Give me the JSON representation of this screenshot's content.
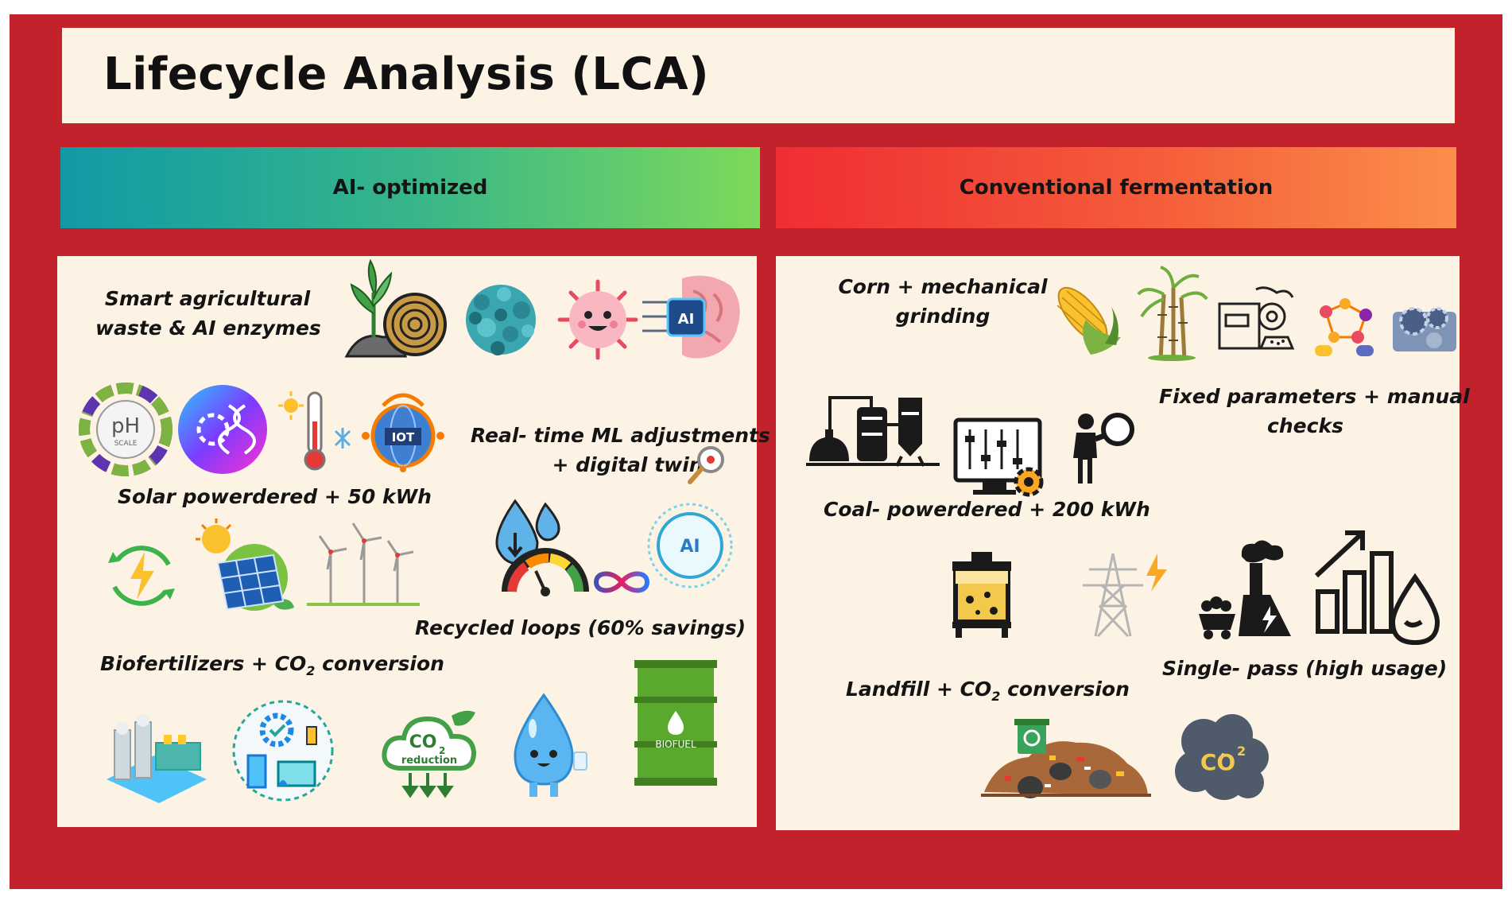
{
  "title": "Lifecycle Analysis (LCA)",
  "headers": {
    "ai": "AI- optimized",
    "conventional": "Conventional fermentation"
  },
  "ai": {
    "feedstock_l1": "Smart agricultural",
    "feedstock_l2": "waste & AI enzymes",
    "energy": "Solar powerdered + 50 kWh",
    "control_l1": "Real- time ML adjustments",
    "control_l2": "+ digital twins",
    "water": "Recycled loops (60% savings)",
    "waste_prefix": "Biofertilizers + CO",
    "waste_sub": "2",
    "waste_suffix": " conversion",
    "icon_text": {
      "ph": "pH",
      "ph_sub": "SCALE",
      "iot": "IOT",
      "ai_chip": "AI",
      "ai_circle": "AI",
      "co2": "CO",
      "co2_sub": "2",
      "reduction": "reduction",
      "biofuel": "BIOFUEL"
    }
  },
  "conventional": {
    "feedstock_l1": "Corn + mechanical",
    "feedstock_l2": "grinding",
    "control_l1": "Fixed parameters + manual",
    "control_l2": "checks",
    "energy": "Coal- powerdered + 200 kWh",
    "water": "Single- pass (high usage)",
    "waste_prefix": "Landfill + CO",
    "waste_sub": "2",
    "waste_suffix": " conversion",
    "icon_text": {
      "co2_cloud": "CO",
      "co2_cloud_sup": "2"
    }
  },
  "colors": {
    "frame": "#c1222b",
    "panel": "#fdf3e5",
    "ai_gradient": [
      "#119aa6",
      "#7dd95a"
    ],
    "conv_gradient": [
      "#ef2d34",
      "#fb8e4a"
    ]
  }
}
